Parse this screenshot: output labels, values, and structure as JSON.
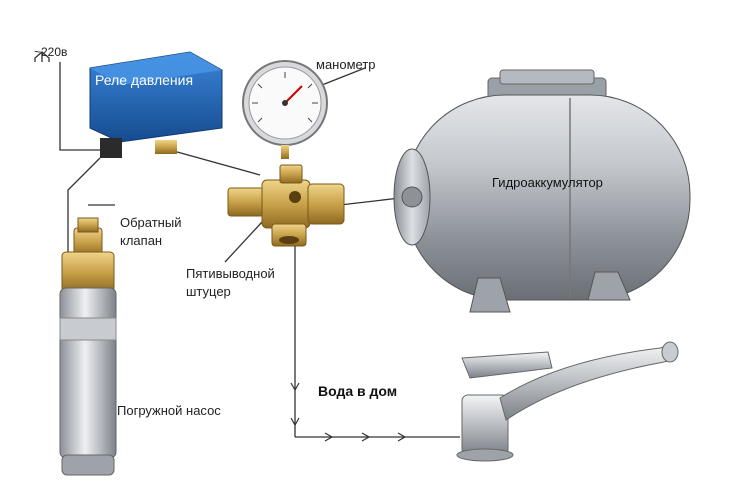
{
  "labels": {
    "power": "~220в",
    "pressure_relay": "Реле давления",
    "manometer": "манометр",
    "accumulator": "Гидроаккумулятор",
    "check_valve_line1": "Обратный",
    "check_valve_line2": "клапан",
    "fitting_line1": "Пятивыводной",
    "fitting_line2": "штуцер",
    "water_to_house": "Вода в дом",
    "pump": "Погружной насос"
  },
  "colors": {
    "relay_blue": "#1f63b8",
    "brass": "#c9a24a",
    "steel": "#b8bcc2",
    "line": "#333333"
  }
}
